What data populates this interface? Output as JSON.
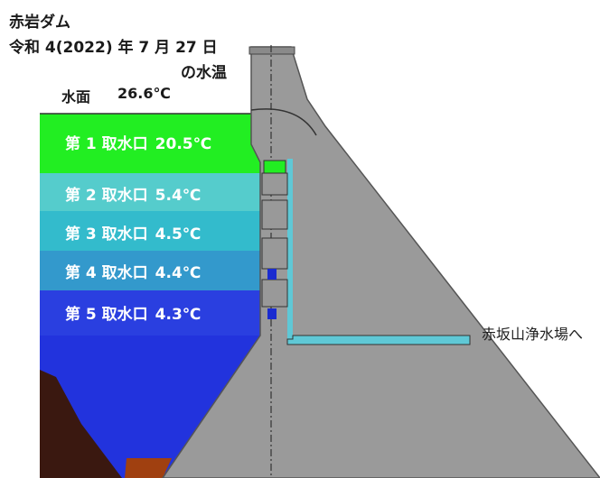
{
  "title": {
    "dam_name": "赤岩ダム",
    "date": "令和 4(2022) 年 7 月 27 日",
    "suffix": "の水温"
  },
  "surface": {
    "label": "水面",
    "temp": "26.6℃",
    "value_c": 26.6,
    "color": "#ffffff"
  },
  "intakes": [
    {
      "label": "第 1 取水口",
      "temp": "20.5℃",
      "value_c": 20.5,
      "color": "#22ee22"
    },
    {
      "label": "第 2 取水口",
      "temp": "5.4℃",
      "value_c": 5.4,
      "color": "#55cccc"
    },
    {
      "label": "第 3 取水口",
      "temp": "4.5℃",
      "value_c": 4.5,
      "color": "#33bbcc"
    },
    {
      "label": "第 4 取水口",
      "temp": "4.4℃",
      "value_c": 4.4,
      "color": "#3399cc"
    },
    {
      "label": "第 5 取水口",
      "temp": "4.3℃",
      "value_c": 4.3,
      "color": "#2a3fe0"
    }
  ],
  "outlet": {
    "label": "赤坂山浄水場へ"
  },
  "colors": {
    "deep_water": "#2233dd",
    "dam": "#9a9a9a",
    "dam_outline": "#555555",
    "pipe": "#5fc8d6",
    "ground": "#3a1810",
    "sediment": "#a04010"
  }
}
